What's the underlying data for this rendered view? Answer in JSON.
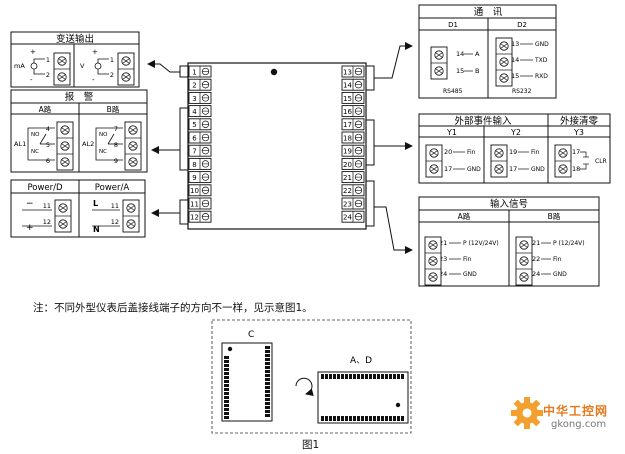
{
  "device": {
    "left_pins": [
      "1",
      "2",
      "3",
      "4",
      "5",
      "6",
      "7",
      "8",
      "9",
      "10",
      "11",
      "12"
    ],
    "right_pins": [
      "13",
      "14",
      "15",
      "16",
      "17",
      "18",
      "19",
      "20",
      "21",
      "22",
      "23",
      "24"
    ]
  },
  "panels": {
    "transmit": {
      "title": "变送输出",
      "ma": "mA",
      "v": "V",
      "pins": [
        "1",
        "2",
        "1",
        "2"
      ],
      "plus": "+",
      "minus": "-"
    },
    "alarm": {
      "title": "报　警",
      "sub_a": "A路",
      "sub_b": "B路",
      "al1": "AL1",
      "al2": "AL2",
      "no": "NO",
      "nc": "NC",
      "pins_a": [
        "4",
        "5",
        "6"
      ],
      "pins_b": [
        "7",
        "8",
        "9"
      ]
    },
    "power": {
      "title_d": "Power/D",
      "title_a": "Power/A",
      "pins": [
        "11",
        "12",
        "11",
        "12"
      ],
      "minus": "−",
      "plus": "+",
      "l": "L",
      "n": "N"
    },
    "comm": {
      "title": "通　讯",
      "d1": "D1",
      "d2": "D2",
      "d1_rows": [
        {
          "pin": "14",
          "sig": "A"
        },
        {
          "pin": "15",
          "sig": "B"
        }
      ],
      "d2_rows": [
        {
          "pin": "13",
          "sig": "GND"
        },
        {
          "pin": "14",
          "sig": "TXD"
        },
        {
          "pin": "15",
          "sig": "RXD"
        }
      ],
      "rs485": "RS485",
      "rs232": "RS232"
    },
    "event": {
      "title": "外部事件输入",
      "title2": "外接清零",
      "y1": "Y1",
      "y2": "Y2",
      "y3": "Y3",
      "y1_rows": [
        {
          "pin": "20",
          "sig": "Fin"
        },
        {
          "pin": "17",
          "sig": "GND"
        }
      ],
      "y2_rows": [
        {
          "pin": "19",
          "sig": "Fin"
        },
        {
          "pin": "17",
          "sig": "GND"
        }
      ],
      "y3_pins": [
        "17",
        "18"
      ],
      "clr": "CLR"
    },
    "input": {
      "title": "输入信号",
      "sub_a": "A路",
      "sub_b": "B路",
      "a_rows": [
        {
          "pin": "21",
          "sig": "P (12V/24V)"
        },
        {
          "pin": "23",
          "sig": "Fin"
        },
        {
          "pin": "24",
          "sig": "GND"
        }
      ],
      "b_rows": [
        {
          "pin": "21",
          "sig": "P (12/24V)"
        },
        {
          "pin": "22",
          "sig": "Fin"
        },
        {
          "pin": "24",
          "sig": "GND"
        }
      ]
    }
  },
  "figure": {
    "label_c": "C",
    "label_ad": "A、D"
  },
  "note": "注：不同外型仪表后盖接线端子的方向不一样，见示意图1。",
  "caption": "图1",
  "watermark": {
    "cn": "中华工控网",
    "url": "gkong.com"
  }
}
